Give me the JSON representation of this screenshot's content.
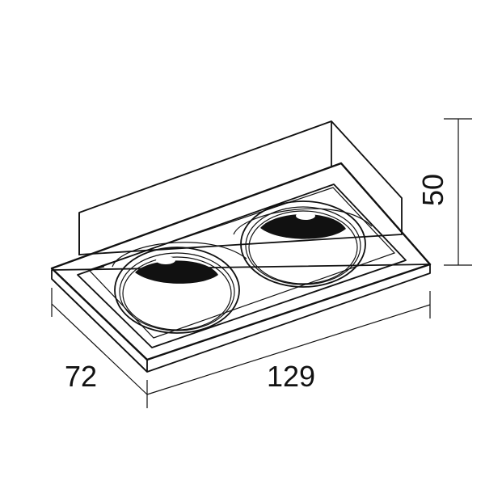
{
  "dimensions": {
    "depth": "72",
    "width": "129",
    "height": "50"
  },
  "colors": {
    "line": "#111111",
    "background": "#ffffff"
  }
}
